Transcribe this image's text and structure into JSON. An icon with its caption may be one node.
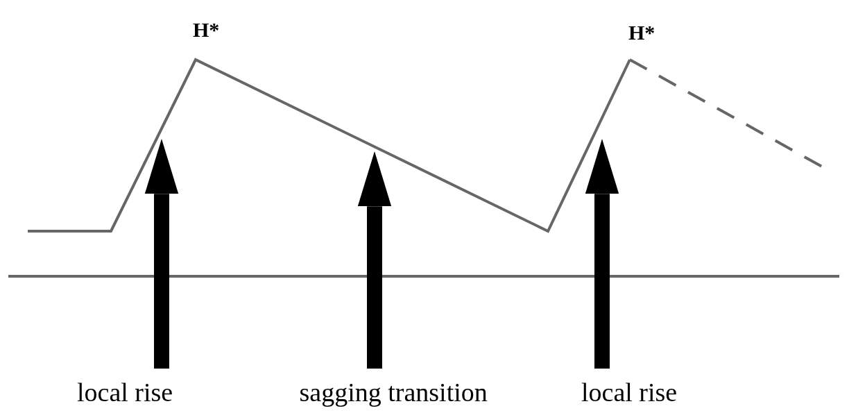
{
  "diagram": {
    "nodes": [
      {
        "text": [
          "local rise"
        ]
      },
      {
        "text": [
          "sagging transition"
        ]
      },
      {
        "text": [
          "local rise"
        ]
      }
    ],
    "edges": [
      {
        "from": 0,
        "to": null,
        "arrow": "to"
      },
      {
        "from": 1,
        "to": null,
        "arrow": "to"
      },
      {
        "from": 2,
        "to": null,
        "arrow": "to"
      }
    ],
    "labels": [
      "H*",
      "H*"
    ]
  }
}
